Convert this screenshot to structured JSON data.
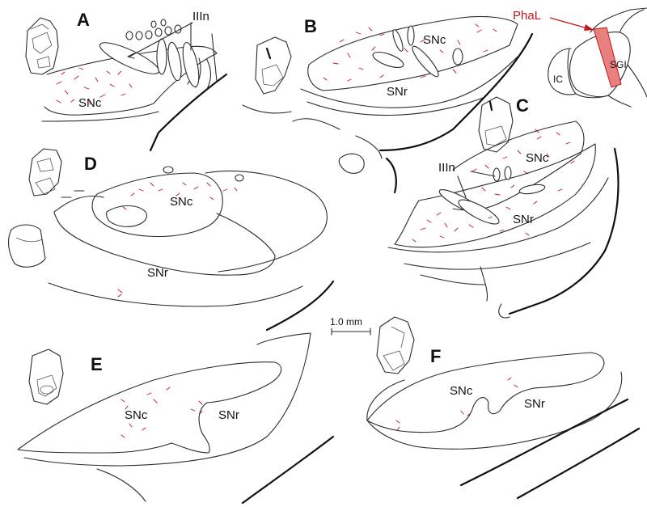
{
  "panels": [
    "A",
    "B",
    "C",
    "D",
    "E",
    "F"
  ],
  "labels": {
    "snc": "SNc",
    "snr": "SNr",
    "iiin": "IIIn",
    "phal": "PhaL",
    "sgi": "SGI",
    "ic": "IC"
  },
  "scale_bar": {
    "label": "1.0 mm"
  },
  "colors": {
    "fiber": "#c4161c",
    "outline": "#2a2a2a",
    "injection": "#e88080"
  }
}
